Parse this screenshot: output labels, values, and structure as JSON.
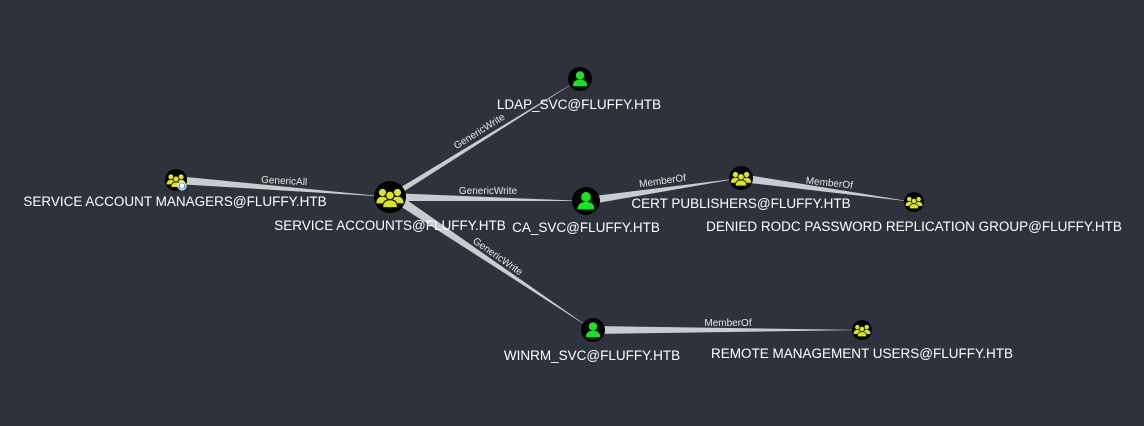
{
  "graph": {
    "nodes": {
      "ldap_svc": {
        "label": "LDAP_SVC@FLUFFY.HTB",
        "kind": "user",
        "icon": "user-icon"
      },
      "service_account_managers": {
        "label": "SERVICE ACCOUNT MANAGERS@FLUFFY.HTB",
        "kind": "group",
        "icon": "group-icon",
        "owned_badge": true
      },
      "service_accounts": {
        "label": "SERVICE ACCOUNTS@FLUFFY.HTB",
        "kind": "group",
        "icon": "group-icon"
      },
      "ca_svc": {
        "label": "CA_SVC@FLUFFY.HTB",
        "kind": "user",
        "icon": "user-icon"
      },
      "cert_publishers": {
        "label": "CERT PUBLISHERS@FLUFFY.HTB",
        "kind": "group",
        "icon": "group-icon"
      },
      "denied_rodc": {
        "label": "DENIED RODC PASSWORD REPLICATION GROUP@FLUFFY.HTB",
        "kind": "group",
        "icon": "group-icon"
      },
      "winrm_svc": {
        "label": "WINRM_SVC@FLUFFY.HTB",
        "kind": "user",
        "icon": "user-icon"
      },
      "remote_mgmt_users": {
        "label": "REMOTE MANAGEMENT USERS@FLUFFY.HTB",
        "kind": "group",
        "icon": "group-icon"
      }
    },
    "edges": {
      "sam_to_sa": {
        "from": "service_account_managers",
        "to": "service_accounts",
        "label": "GenericAll"
      },
      "sa_to_ldap": {
        "from": "service_accounts",
        "to": "ldap_svc",
        "label": "GenericWrite"
      },
      "sa_to_ca": {
        "from": "service_accounts",
        "to": "ca_svc",
        "label": "GenericWrite"
      },
      "sa_to_winrm": {
        "from": "service_accounts",
        "to": "winrm_svc",
        "label": "GenericWrite"
      },
      "ca_to_cert": {
        "from": "ca_svc",
        "to": "cert_publishers",
        "label": "MemberOf"
      },
      "cert_to_denied": {
        "from": "cert_publishers",
        "to": "denied_rodc",
        "label": "MemberOf"
      },
      "winrm_to_rmu": {
        "from": "winrm_svc",
        "to": "remote_mgmt_users",
        "label": "MemberOf"
      }
    }
  },
  "colors": {
    "background": "#2e333b",
    "user_fill": "#17e625",
    "group_fill": "#dbe617",
    "node_ring": "#000000",
    "edge": "#c9cbcf",
    "label_text": "#ffffff",
    "badge": "#3b8eea"
  }
}
